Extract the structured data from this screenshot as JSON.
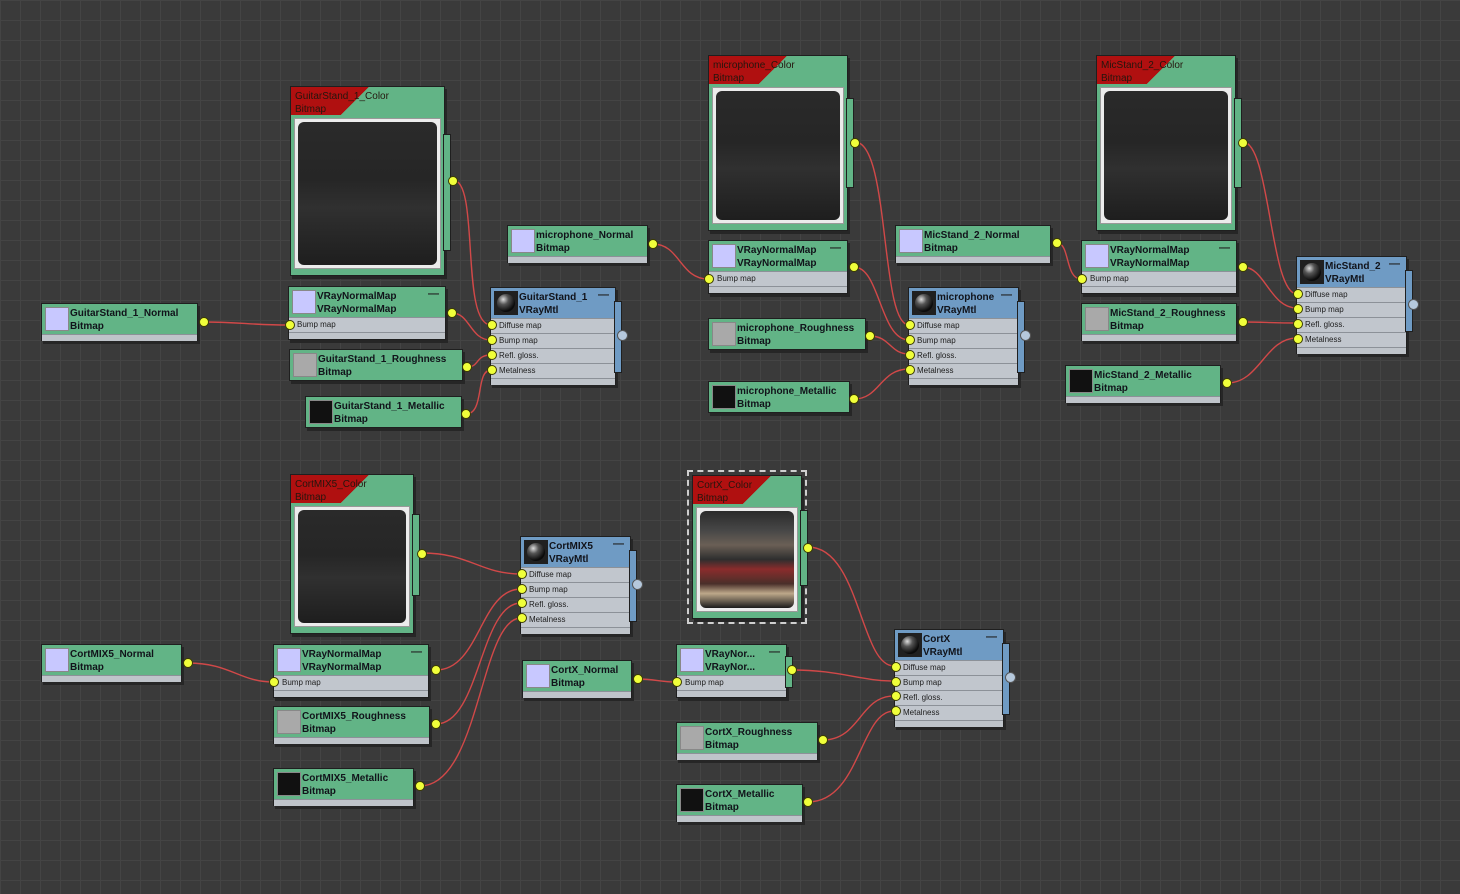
{
  "colors": {
    "bitmap": "#62b486",
    "material": "#6f9bc4",
    "wire": "#e24a4a",
    "socket": "#f0ff3a"
  },
  "textures": {
    "guitar": {
      "caption": "GuitarStand_1_Color",
      "type": "Bitmap"
    },
    "micc": {
      "caption": "microphone_Color",
      "type": "Bitmap"
    },
    "mic2": {
      "caption": "MicStand_2_Color",
      "type": "Bitmap"
    },
    "cortmix": {
      "caption": "CortMIX5_Color",
      "type": "Bitmap"
    },
    "cortx": {
      "caption": "CortX_Color",
      "type": "Bitmap"
    }
  },
  "nodes": {
    "g_normal": {
      "name": "GuitarStand_1_Normal",
      "type": "Bitmap"
    },
    "g_nmap": {
      "name": "VRayNormalMap",
      "type": "VRayNormalMap",
      "slot": "Bump map"
    },
    "g_rough": {
      "name": "GuitarStand_1_Roughness",
      "type": "Bitmap"
    },
    "g_metal": {
      "name": "GuitarStand_1_Metallic",
      "type": "Bitmap"
    },
    "g_mtl": {
      "name": "GuitarStand_1",
      "type": "VRayMtl"
    },
    "m_normal": {
      "name": "microphone_Normal",
      "type": "Bitmap"
    },
    "m_nmap": {
      "name": "VRayNormalMap",
      "type": "VRayNormalMap",
      "slot": "Bump map"
    },
    "m_rough": {
      "name": "microphone_Roughness",
      "type": "Bitmap"
    },
    "m_metal": {
      "name": "microphone_Metallic",
      "type": "Bitmap"
    },
    "m_mtl": {
      "name": "microphone",
      "type": "VRayMtl"
    },
    "s_normal": {
      "name": "MicStand_2_Normal",
      "type": "Bitmap"
    },
    "s_nmap": {
      "name": "VRayNormalMap",
      "type": "VRayNormalMap",
      "slot": "Bump map"
    },
    "s_rough": {
      "name": "MicStand_2_Roughness",
      "type": "Bitmap"
    },
    "s_metal": {
      "name": "MicStand_2_Metallic",
      "type": "Bitmap"
    },
    "s_mtl": {
      "name": "MicStand_2",
      "type": "VRayMtl"
    },
    "c_normal": {
      "name": "CortMIX5_Normal",
      "type": "Bitmap"
    },
    "c_nmap": {
      "name": "VRayNormalMap",
      "type": "VRayNormalMap",
      "slot": "Bump map"
    },
    "c_rough": {
      "name": "CortMIX5_Roughness",
      "type": "Bitmap"
    },
    "c_metal": {
      "name": "CortMIX5_Metallic",
      "type": "Bitmap"
    },
    "c_mtl": {
      "name": "CortMIX5",
      "type": "VRayMtl"
    },
    "x_normal": {
      "name": "CortX_Normal",
      "type": "Bitmap"
    },
    "x_nmap": {
      "name": "VRayNor...",
      "type": "VRayNor...",
      "slot": "Bump map"
    },
    "x_rough": {
      "name": "CortX_Roughness",
      "type": "Bitmap"
    },
    "x_metal": {
      "name": "CortX_Metallic",
      "type": "Bitmap"
    },
    "x_mtl": {
      "name": "CortX",
      "type": "VRayMtl"
    }
  },
  "material_slots": {
    "diffuse": "Diffuse map",
    "bump": "Bump map",
    "gloss": "Refl. gloss.",
    "metal": "Metalness"
  },
  "collapse_symbol": "—"
}
